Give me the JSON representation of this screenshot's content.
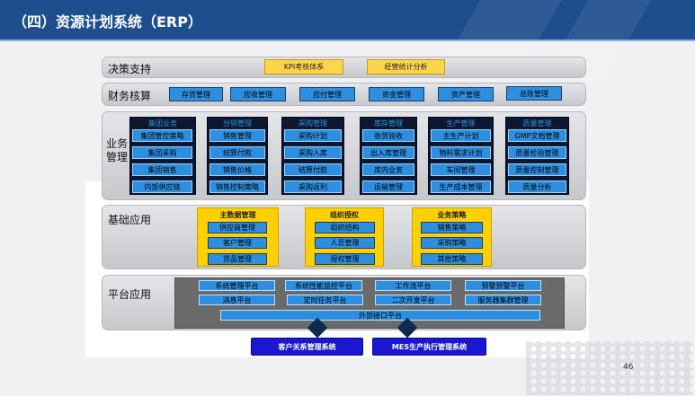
{
  "title": "（四）资源计划系统（ERP）",
  "page_number": "46",
  "layers": {
    "decision": {
      "label": "决策支持",
      "items": [
        "KPI考核体系",
        "经营统计分析"
      ]
    },
    "finance": {
      "label": "财务核算",
      "items": [
        "存货管理",
        "应收管理",
        "应付管理",
        "资金管理",
        "资产管理",
        "总账管理"
      ]
    },
    "business": {
      "label": "业务\n管理",
      "groups": [
        {
          "head": "集团业务",
          "items": [
            "集团管控策略",
            "集团采购",
            "集团销售",
            "内部供应链"
          ]
        },
        {
          "head": "分销管理",
          "items": [
            "销售管理",
            "结算付款",
            "销售价格",
            "销售控制策略"
          ]
        },
        {
          "head": "采购管理",
          "items": [
            "采购计划",
            "采购入库",
            "结算付款",
            "采购返利"
          ]
        },
        {
          "head": "库存管理",
          "items": [
            "收货验收",
            "出入库管理",
            "库内业务",
            "运输管理"
          ]
        },
        {
          "head": "生产管理",
          "items": [
            "主生产计划",
            "物料需求计划",
            "车间管理",
            "生产成本管理"
          ]
        },
        {
          "head": "质量管理",
          "items": [
            "GMP文档管理",
            "质量检验管理",
            "质量控制管理",
            "质量分析"
          ]
        }
      ]
    },
    "foundation": {
      "label": "基础应用",
      "groups": [
        {
          "head": "主数据管理",
          "items": [
            "供应商管理",
            "客户管理",
            "货品管理"
          ]
        },
        {
          "head": "组织授权",
          "items": [
            "组织结构",
            "人员管理",
            "授权管理"
          ]
        },
        {
          "head": "业务策略",
          "items": [
            "销售策略",
            "采购策略",
            "其他策略"
          ]
        }
      ]
    },
    "platform": {
      "label": "平台应用",
      "items": [
        "系统管理平台",
        "系统性能监控平台",
        "工作流平台",
        "预警预警平台",
        "消息平台",
        "定时任务平台",
        "二次开发平台",
        "服务器集群管理",
        "外部接口平台"
      ]
    }
  },
  "external_systems": [
    "客户关系管理系统",
    "MES生产执行管理系统"
  ],
  "colors": {
    "header": "#1f4e8f",
    "module_blue": "#2e8fe0",
    "highlight_yellow": "#ffd44f",
    "navy": "#1b17d0"
  }
}
